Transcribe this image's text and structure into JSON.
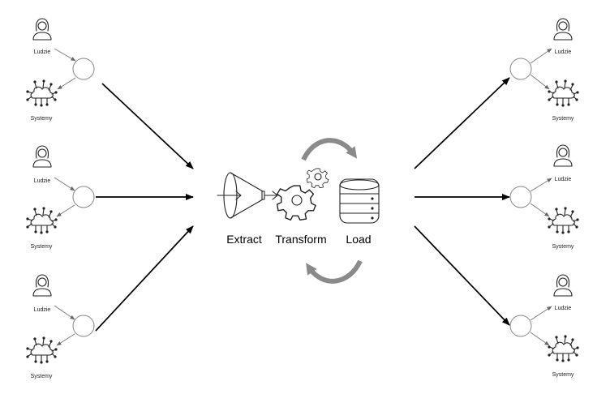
{
  "stages": {
    "extract": "Extract",
    "transform": "Transform",
    "load": "Load"
  },
  "sources": [
    {
      "people_label": "Ludzie",
      "systems_label": "Systemy"
    },
    {
      "people_label": "Ludzie",
      "systems_label": "Systemy"
    },
    {
      "people_label": "Ludzie",
      "systems_label": "Systemy"
    }
  ],
  "targets": [
    {
      "people_label": "Ludzie",
      "systems_label": "Systemy"
    },
    {
      "people_label": "Ludzie",
      "systems_label": "Systemy"
    },
    {
      "people_label": "Ludzie",
      "systems_label": "Systemy"
    }
  ],
  "colors": {
    "cycle_arrow": "#8a8a8a",
    "flow_arrow": "#000000",
    "hub_outline": "#888888"
  }
}
